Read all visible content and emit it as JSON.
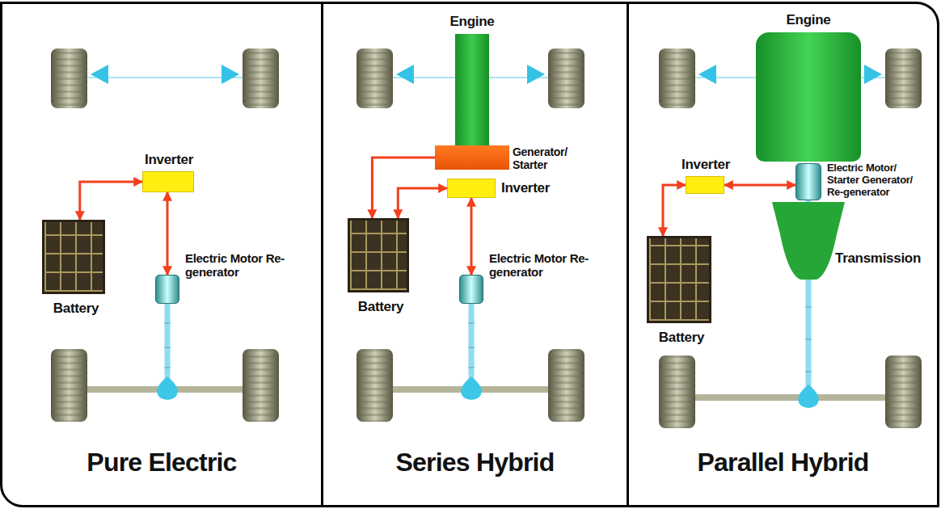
{
  "diagram": {
    "nodes": [
      {
        "text": [
          "Pure Electric"
        ]
      },
      {
        "text": [
          "Inverter"
        ],
        "in": 0
      },
      {
        "text": [
          "Battery"
        ],
        "in": 0
      },
      {
        "text": [
          "Electric Motor Re-generator"
        ],
        "in": 0
      },
      {
        "text": [
          "Series Hybrid"
        ]
      },
      {
        "text": [
          "Engine"
        ],
        "in": 4
      },
      {
        "text": [
          "Generator/ Starter"
        ],
        "in": 4
      },
      {
        "text": [
          "Inverter"
        ],
        "in": 4
      },
      {
        "text": [
          "Battery"
        ],
        "in": 4
      },
      {
        "text": [
          "Electric Motor Re-generator"
        ],
        "in": 4
      },
      {
        "text": [
          "Parallel Hybrid"
        ]
      },
      {
        "text": [
          "Engine"
        ],
        "in": 10
      },
      {
        "text": [
          "Inverter"
        ],
        "in": 10
      },
      {
        "text": [
          "Electric Motor/ Starter Generator/ Re-generator"
        ],
        "in": 10
      },
      {
        "text": [
          "Transmission"
        ],
        "in": 10
      },
      {
        "text": [
          "Battery"
        ],
        "in": 10
      }
    ],
    "edges": [
      {
        "from": 2,
        "to": 1,
        "arrow": "both"
      },
      {
        "from": 1,
        "to": 3,
        "arrow": "both"
      },
      {
        "from": 6,
        "to": 8,
        "arrow": "to"
      },
      {
        "from": 8,
        "to": 7,
        "arrow": "both"
      },
      {
        "from": 7,
        "to": 9,
        "arrow": "both"
      },
      {
        "from": 15,
        "to": 12,
        "arrow": "both"
      },
      {
        "from": 12,
        "to": 13,
        "arrow": "both"
      }
    ]
  }
}
